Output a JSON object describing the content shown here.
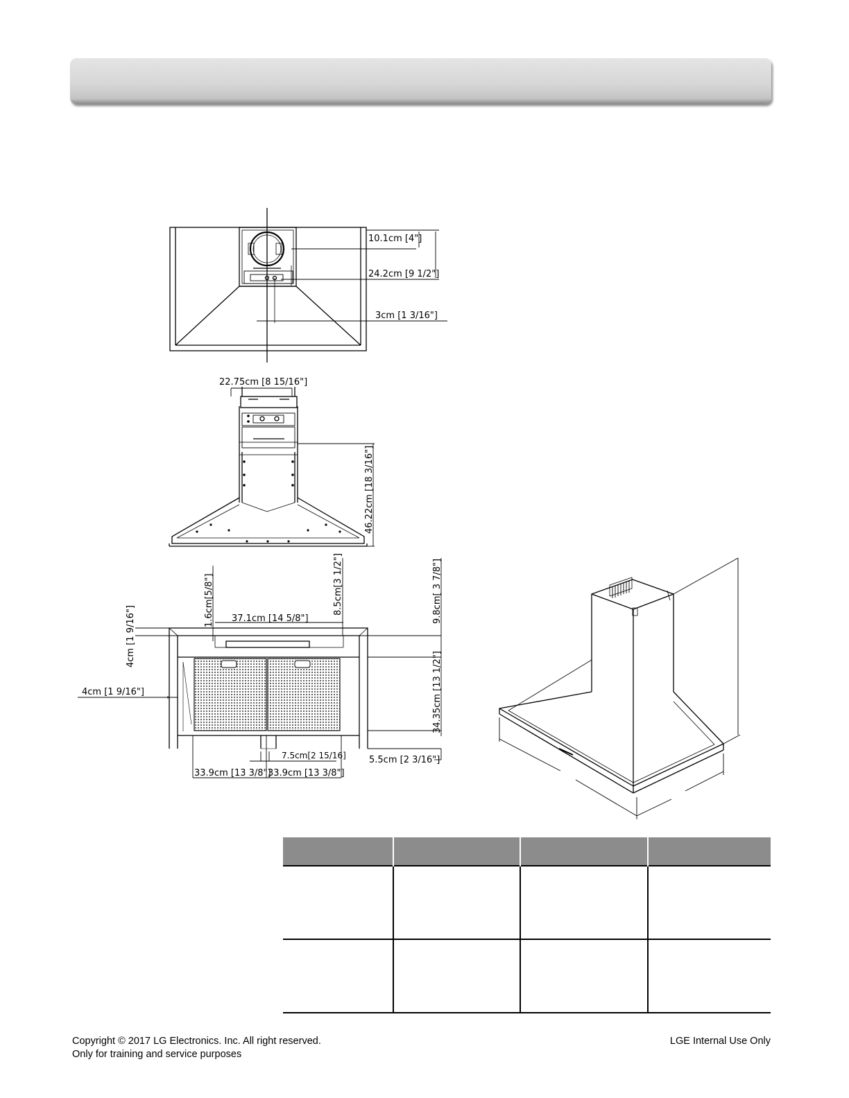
{
  "dimensions": {
    "top_view": {
      "d1": "10.1cm [4\"]",
      "d2": "24.2cm [9 1/2\"]",
      "d3": "3cm [1 3/16\"]"
    },
    "front_view": {
      "d1": "22.75cm [8 15/16\"]",
      "d2": "46.22cm [18 3/16\"]"
    },
    "bottom_view": {
      "d1": "1.6cm[5/8\"]",
      "d2": "8.5cm[3 1/2\"]",
      "d3": "9.8cm[ 3 7/8\"]",
      "d4": "37.1cm [14 5/8\"]",
      "d5": "4cm [1 9/16\"]",
      "d6": "4cm [1 9/16\"]",
      "d7": "34.35cm [13 1/2\"]",
      "d8": "7.5cm[2 15/16]",
      "d9": "5.5cm [2 3/16\"]",
      "d10": "33.9cm [13 3/8\"]",
      "d11": "33.9cm [13 3/8\"]"
    }
  },
  "spec_table": {
    "columns": 4,
    "rows": 2
  },
  "footer": {
    "copyright": "Copyright © 2017 LG Electronics. Inc. All right reserved.",
    "purpose": "Only for training and service purposes",
    "internal": "LGE Internal Use Only"
  },
  "colors": {
    "banner_top": "#e4e4e4",
    "banner_bottom": "#8a8a8a",
    "table_header": "#8c8c8c"
  }
}
